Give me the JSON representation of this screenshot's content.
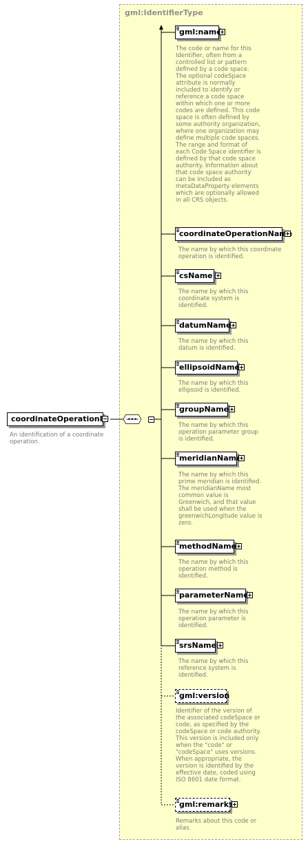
{
  "group": {
    "title": "gml:IdentifierType"
  },
  "root": {
    "name": "coordinateOperationID",
    "description": "An identification of a coordinate operation."
  },
  "elements": [
    {
      "name": "gml:name",
      "optional": false,
      "description": "The code or name for this Identifier, often from a controlled list or pattern defined by a code space. The optional codeSpace attribute is normally included to identify or reference a code space within which one or more codes are defined. This code space is often defined by some authority organization, where one organization may define multiple code spaces. The range and format of each Code Space identifier is defined by that code space authority. Information about that code space authority can be included as metaDataProperty elements which are optionally allowed in all CRS objects."
    },
    {
      "name": "coordinateOperationName",
      "optional": false,
      "description": "The name by which this coordinate operation is identified."
    },
    {
      "name": "csName",
      "optional": false,
      "description": "The name by which this coordinate system is identified."
    },
    {
      "name": "datumName",
      "optional": false,
      "description": "The name by which this datum is identified."
    },
    {
      "name": "ellipsoidName",
      "optional": false,
      "description": "The name by which this ellipsoid is identified."
    },
    {
      "name": "groupName",
      "optional": false,
      "description": "The name by which this operation parameter group is identified."
    },
    {
      "name": "meridianName",
      "optional": false,
      "description": "The name by which this prime meridian is identified. The meridianName most common value is Greenwich, and that value shall be used when the greenwichLongitude value is zero."
    },
    {
      "name": "methodName",
      "optional": false,
      "description": "The name by which this operation method is identified."
    },
    {
      "name": "parameterName",
      "optional": false,
      "description": "The name by which this operation parameter is identified."
    },
    {
      "name": "srsName",
      "optional": false,
      "description": "The name by which this reference system is identified."
    },
    {
      "name": "gml:version",
      "optional": true,
      "description": "Identifier of the version of the associated codeSpace or code, as specified by the codeSpace or code authority. This version is included only when the \"code\" or \"codeSpace\" uses versions. When appropriate, the version is identified by the effective date, coded using ISO 8601 date format."
    },
    {
      "name": "gml:remarks",
      "optional": true,
      "description": "Remarks about this code or alias."
    }
  ]
}
